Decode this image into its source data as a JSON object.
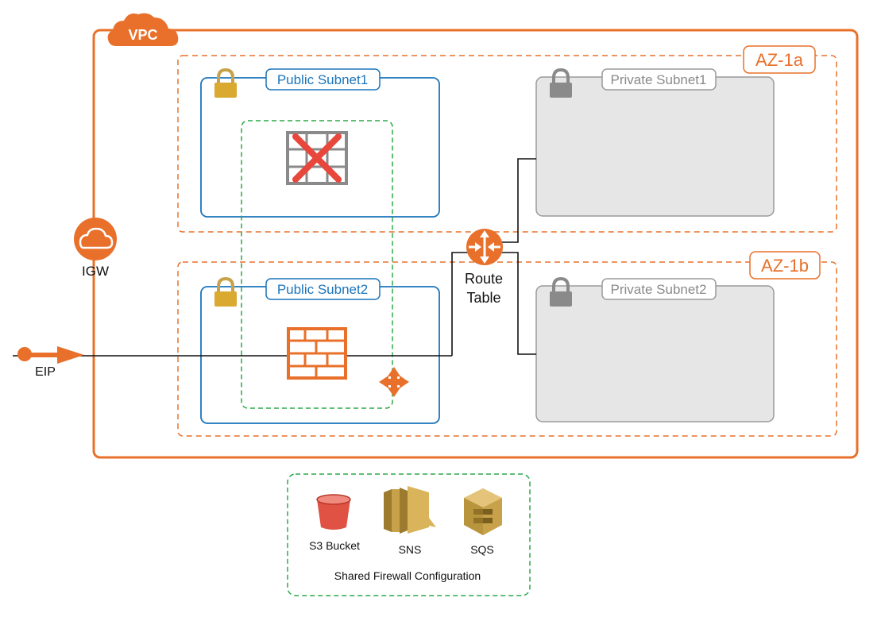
{
  "vpc": {
    "label": "VPC"
  },
  "zones": [
    {
      "label": "AZ-1a"
    },
    {
      "label": "AZ-1b"
    }
  ],
  "subnets": {
    "public1": "Public Subnet1",
    "public2": "Public Subnet2",
    "private1": "Private Subnet1",
    "private2": "Private Subnet2"
  },
  "igw": {
    "label": "IGW"
  },
  "eip": {
    "label": "EIP"
  },
  "route_table": {
    "line1": "Route",
    "line2": "Table"
  },
  "shared": {
    "title": "Shared Firewall Configuration",
    "s3": "S3 Bucket",
    "sns": "SNS",
    "sqs": "SQS"
  },
  "colors": {
    "aws_orange": "#E8702A",
    "subnet_blue": "#1B75BC",
    "private_gray": "#8A8A8A",
    "private_fill": "#E6E6E6",
    "shared_green": "#2BA84A",
    "firewall_red": "#E8473C",
    "s3_red": "#E05243",
    "gold": "#C8A24A"
  },
  "icons": [
    "cloud-icon",
    "lock-icon",
    "firewall-failed-icon",
    "firewall-icon",
    "router-icon",
    "load-balancer-icon",
    "s3-bucket-icon",
    "sns-icon",
    "sqs-icon",
    "eip-arrow-icon"
  ]
}
